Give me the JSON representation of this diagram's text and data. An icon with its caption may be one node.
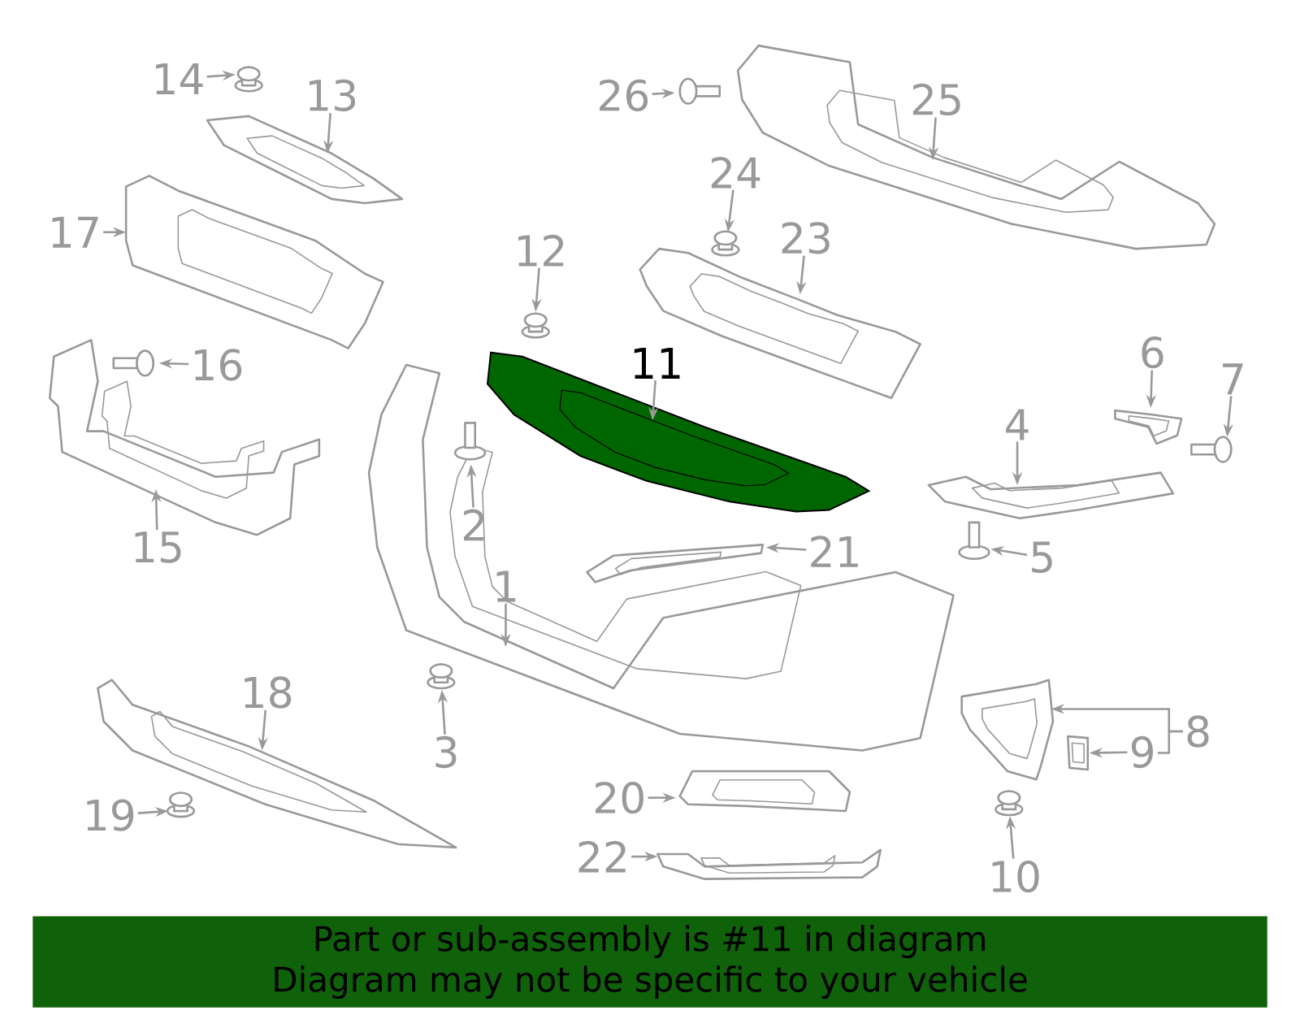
{
  "diagram": {
    "nodes": [
      {
        "text": [
          "1"
        ]
      },
      {
        "text": [
          "2"
        ]
      },
      {
        "text": [
          "3"
        ]
      },
      {
        "text": [
          "4"
        ]
      },
      {
        "text": [
          "5"
        ]
      },
      {
        "text": [
          "6"
        ]
      },
      {
        "text": [
          "7"
        ]
      },
      {
        "text": [
          "8"
        ]
      },
      {
        "text": [
          "9"
        ]
      },
      {
        "text": [
          "10"
        ]
      },
      {
        "text": [
          "11"
        ]
      },
      {
        "text": [
          "12"
        ]
      },
      {
        "text": [
          "13"
        ]
      },
      {
        "text": [
          "14"
        ]
      },
      {
        "text": [
          "15"
        ]
      },
      {
        "text": [
          "16"
        ]
      },
      {
        "text": [
          "17"
        ]
      },
      {
        "text": [
          "18"
        ]
      },
      {
        "text": [
          "19"
        ]
      },
      {
        "text": [
          "20"
        ]
      },
      {
        "text": [
          "21"
        ]
      },
      {
        "text": [
          "22"
        ]
      },
      {
        "text": [
          "23"
        ]
      },
      {
        "text": [
          "24"
        ]
      },
      {
        "text": [
          "25"
        ]
      },
      {
        "text": [
          "26"
        ]
      },
      {
        "text": [],
        "shape": "picture"
      },
      {
        "text": [],
        "shape": "picture"
      },
      {
        "text": [],
        "shape": "picture"
      },
      {
        "text": [],
        "shape": "picture"
      },
      {
        "text": [],
        "shape": "picture"
      },
      {
        "text": [],
        "shape": "picture"
      },
      {
        "text": [],
        "shape": "picture"
      },
      {
        "text": [],
        "shape": "picture"
      },
      {
        "text": [],
        "shape": "picture"
      },
      {
        "text": [],
        "shape": "picture"
      },
      {
        "text": [],
        "shape": "picture"
      },
      {
        "text": [],
        "shape": "picture"
      },
      {
        "text": [],
        "shape": "picture"
      },
      {
        "text": [],
        "shape": "picture"
      },
      {
        "text": [],
        "shape": "picture"
      },
      {
        "text": [],
        "shape": "picture"
      },
      {
        "text": [],
        "shape": "picture"
      },
      {
        "text": [],
        "shape": "picture"
      },
      {
        "text": [],
        "shape": "picture"
      },
      {
        "text": [],
        "shape": "picture"
      },
      {
        "text": [],
        "shape": "picture"
      },
      {
        "text": [],
        "shape": "picture"
      },
      {
        "text": [],
        "shape": "picture"
      },
      {
        "text": [],
        "shape": "picture"
      },
      {
        "text": [],
        "shape": "picture"
      },
      {
        "text": [],
        "shape": "picture"
      },
      {
        "text": [
          "Part or sub-assembly is #11 in diagram",
          "Diagram may not be specific to your vehicle"
        ]
      }
    ],
    "edges": [
      {
        "from": 0,
        "to": 26,
        "arrow": "to"
      },
      {
        "from": 1,
        "to": 27,
        "arrow": "to"
      },
      {
        "from": 2,
        "to": 28,
        "arrow": "to"
      },
      {
        "from": 3,
        "to": 29,
        "arrow": "to"
      },
      {
        "from": 4,
        "to": 30,
        "arrow": "to"
      },
      {
        "from": 5,
        "to": 31,
        "arrow": "to"
      },
      {
        "from": 6,
        "to": 32,
        "arrow": "to"
      },
      {
        "from": 7,
        "to": 33,
        "arrow": "to"
      },
      {
        "from": 8,
        "to": 34,
        "arrow": "to"
      },
      {
        "from": 9,
        "to": 35,
        "arrow": "to"
      },
      {
        "from": 10,
        "to": 36,
        "arrow": "to"
      },
      {
        "from": 11,
        "to": 37,
        "arrow": "to"
      },
      {
        "from": 12,
        "to": 38,
        "arrow": "to"
      },
      {
        "from": 13,
        "to": 39,
        "arrow": "to"
      },
      {
        "from": 14,
        "to": 40,
        "arrow": "to"
      },
      {
        "from": 15,
        "to": 41,
        "arrow": "to"
      },
      {
        "from": 16,
        "to": 42,
        "arrow": "to"
      },
      {
        "from": 17,
        "to": 43,
        "arrow": "to"
      },
      {
        "from": 18,
        "to": 44,
        "arrow": "to"
      },
      {
        "from": 19,
        "to": 45,
        "arrow": "to"
      },
      {
        "from": 20,
        "to": 46,
        "arrow": "to"
      },
      {
        "from": 21,
        "to": 47,
        "arrow": "to"
      },
      {
        "from": 22,
        "to": 48,
        "arrow": "to"
      },
      {
        "from": 23,
        "to": 49,
        "arrow": "to"
      },
      {
        "from": 24,
        "to": 50,
        "arrow": "to"
      },
      {
        "from": 25,
        "to": 51,
        "arrow": "to"
      },
      {
        "from": 7,
        "to": 8,
        "arrow": "none"
      }
    ]
  }
}
